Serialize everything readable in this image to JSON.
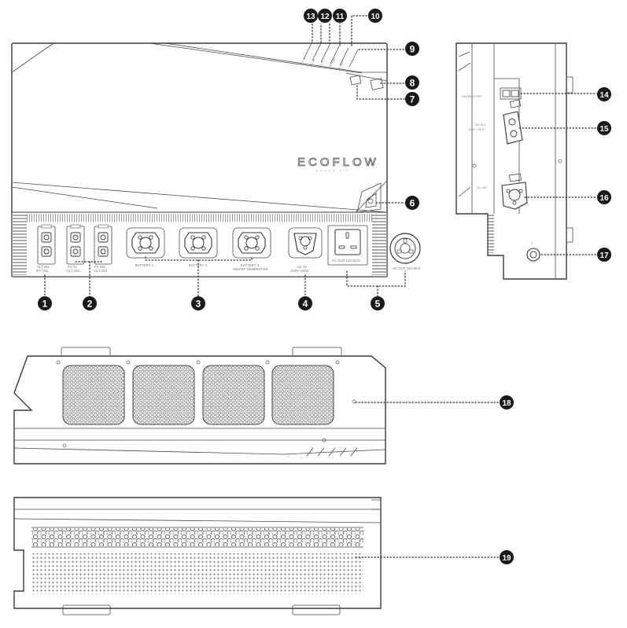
{
  "brand": {
    "name": "ECOFLOW",
    "subline": "POWER KIT"
  },
  "front_panel": {
    "alt_ports": [
      {
        "label1": "ALT IN1",
        "label2": "/PV IN1"
      },
      {
        "label1": "PV IN",
        "label2": "/ALT IN2"
      },
      {
        "label1": "PV IN3",
        "label2": "/ALT IN3"
      }
    ],
    "battery_ports": [
      {
        "label1": "BATTERY 1",
        "label2": ""
      },
      {
        "label1": "BATTERY 2",
        "label2": ""
      },
      {
        "label1": "BATTERY 3",
        "label2": "/SMART GENERATOR"
      }
    ],
    "ac_in": {
      "label1": "AC IN",
      "label2": "220V~240V"
    },
    "ac_out_socket": {
      "label": "AC OUT 13A MAX"
    },
    "ac_out_round": {
      "label": "AC OUT 16A MAX"
    },
    "top_indicators": [
      "PV IN",
      "PV IN",
      "PV IN",
      "BATTERY",
      "AC OUT"
    ]
  },
  "side_panel": {
    "can_bus": "CAN BUS PORT",
    "dc_out_title": "DC OUT",
    "dc_out_value": "12.6V / 25.4V",
    "ac_out": "AC OUT"
  },
  "callouts": [
    "1",
    "2",
    "3",
    "4",
    "5",
    "6",
    "7",
    "8",
    "9",
    "10",
    "11",
    "12",
    "13",
    "14",
    "15",
    "16",
    "17",
    "18",
    "19"
  ],
  "colors": {
    "outline": "#3a3a3a",
    "badge": "#1a1a1a",
    "badge_text": "#ffffff"
  }
}
